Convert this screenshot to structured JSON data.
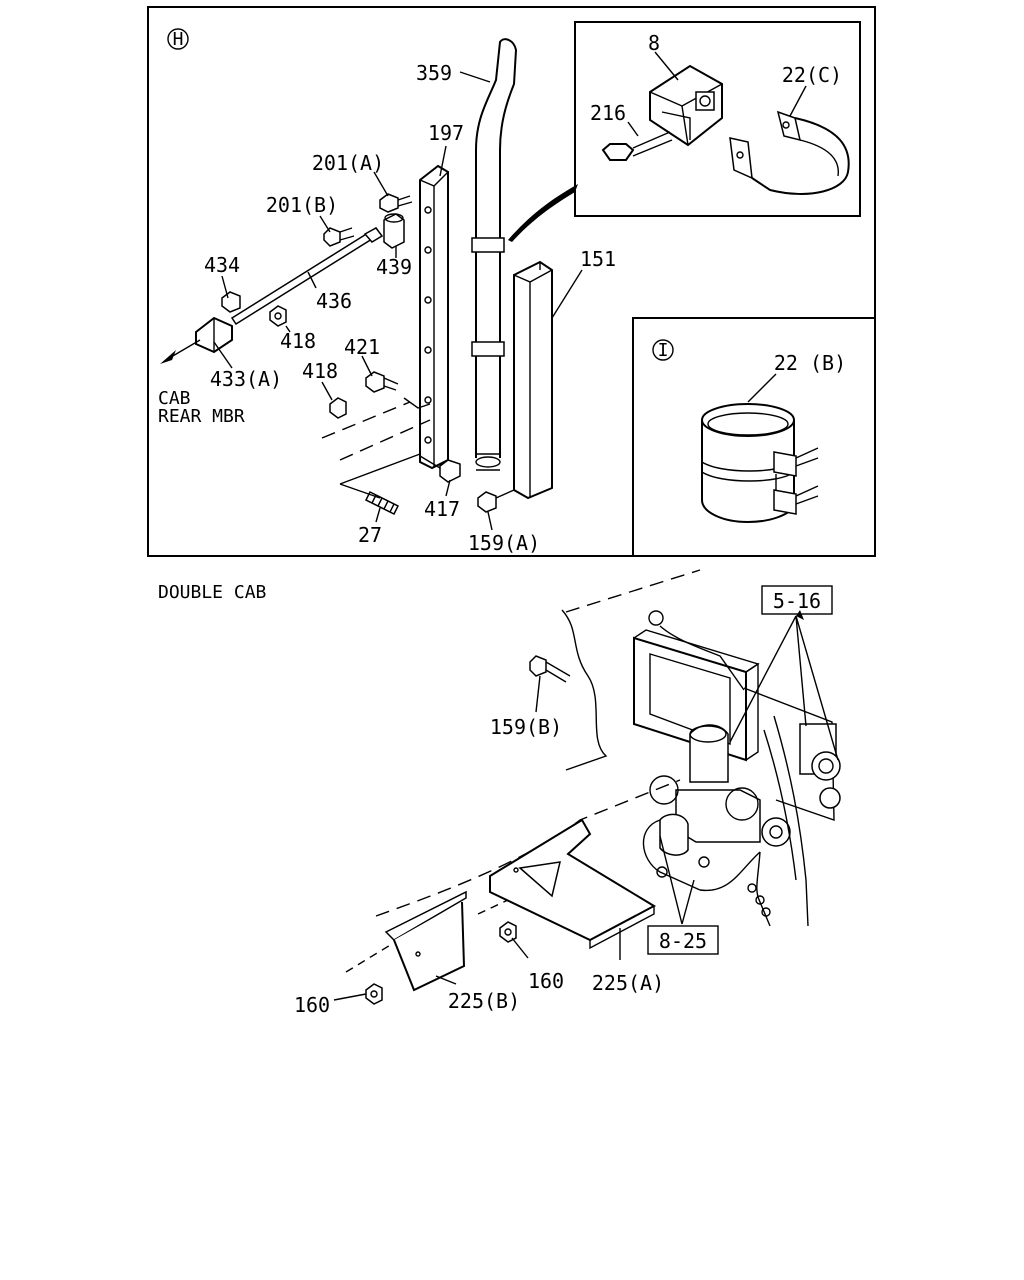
{
  "views": {
    "view_h": {
      "marker": "H",
      "caption_line1": "CAB",
      "caption_line2": "REAR MBR"
    },
    "view_i": {
      "marker": "I"
    },
    "double_cab_title": "DOUBLE CAB"
  },
  "callouts": {
    "p359": "359",
    "p197": "197",
    "p201a": "201(A)",
    "p201b": "201(B)",
    "p434": "434",
    "p436": "436",
    "p439": "439",
    "p418a": "418",
    "p418b": "418",
    "p433a": "433(A)",
    "p421": "421",
    "p151": "151",
    "p417": "417",
    "p27": "27",
    "p159a": "159(A)",
    "p8": "8",
    "p216": "216",
    "p22c": "22(C)",
    "p22b": "22 (B)",
    "p159b": "159(B)",
    "p160a": "160",
    "p160b": "160",
    "p225a": "225(A)",
    "p225b": "225(B)"
  },
  "references": {
    "ref_5_16": "5-16",
    "ref_8_25": "8-25"
  }
}
